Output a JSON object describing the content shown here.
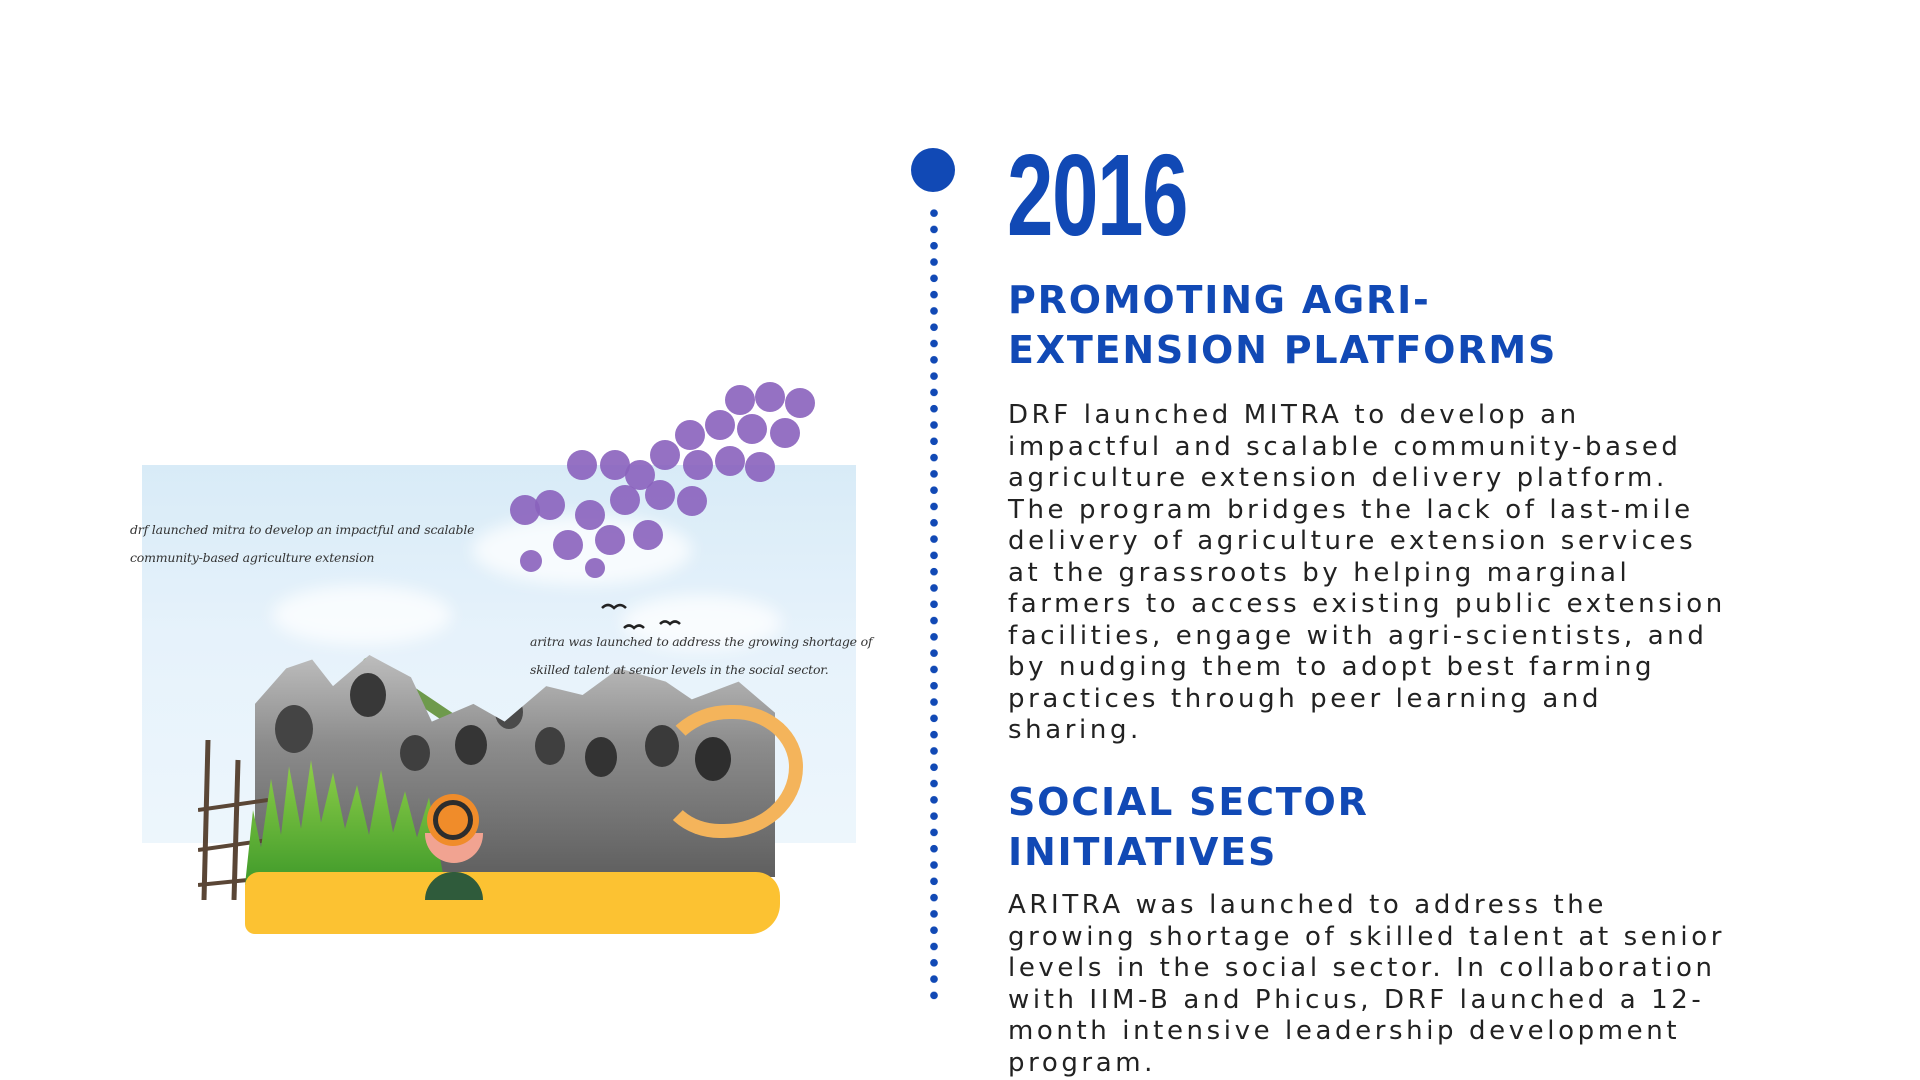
{
  "year": "2016",
  "sections": [
    {
      "heading_line1": "PROMOTING AGRI-",
      "heading_line2": "EXTENSION PLATFORMS",
      "body": "DRF launched MITRA to develop an impactful and scalable community-based agriculture extension delivery platform. The program bridges the lack of last-mile delivery of agriculture extension services at the grassroots by helping marginal farmers to access existing public extension facilities, engage with agri-scientists, and by nudging them to adopt best farming practices through peer learning and sharing."
    },
    {
      "heading_line1": "SOCIAL SECTOR",
      "heading_line2": "INITIATIVES",
      "body": "ARITRA was launched to address the growing shortage of skilled talent at senior levels in the social sector. In collaboration with IIM-B and Phicus, DRF launched a 12-month intensive leadership development program."
    }
  ],
  "collage": {
    "script_note_1": "drf launched mitra to develop an impactful and scalable community-based agriculture extension",
    "script_note_2": "aritra was launched to address the growing shortage of skilled talent at senior levels in the social sector."
  },
  "colors": {
    "accent": "#1149b5",
    "body_text": "#222222",
    "ground_yellow": "#fcc232",
    "flower_purple": "#8a62bd",
    "sky": "#e6f2fb"
  },
  "icons": [
    "timeline-dot-icon",
    "bird-icon"
  ]
}
